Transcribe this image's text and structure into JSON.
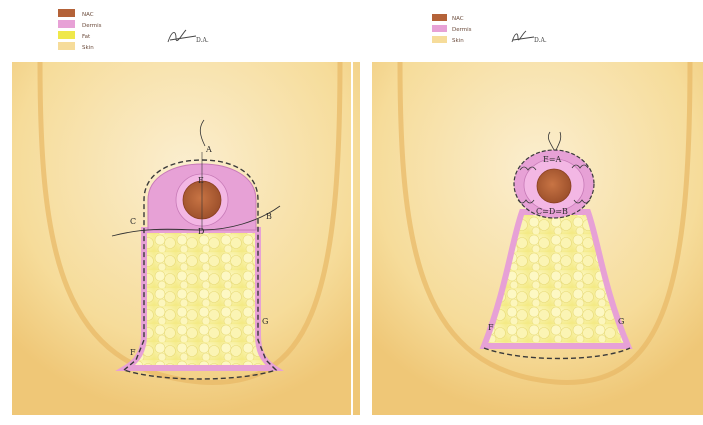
{
  "colors": {
    "nac": "#b46238",
    "dermis": "#e7a1d6",
    "fat": "#efe84a",
    "skin": "#f6dc9a",
    "skin_light": "#fbeecf",
    "outline": "#3a3a3a"
  },
  "left_panel": {
    "legend": [
      {
        "label": "NAC",
        "color": "#b46238"
      },
      {
        "label": "Dermis",
        "color": "#e7a1d6"
      },
      {
        "label": "Fat",
        "color": "#efe84a"
      },
      {
        "label": "Skin",
        "color": "#f6dc9a"
      }
    ],
    "signature_initials": "D.A.",
    "point_labels": {
      "a": "A",
      "b": "B",
      "c": "C",
      "d": "D",
      "e": "E",
      "f": "F",
      "g": "G"
    }
  },
  "right_panel": {
    "legend": [
      {
        "label": "NAC",
        "color": "#b46238"
      },
      {
        "label": "Dermis",
        "color": "#e7a1d6"
      },
      {
        "label": "Skin",
        "color": "#f6dc9a"
      }
    ],
    "signature_initials": "D.A.",
    "point_labels": {
      "ea": "E=A",
      "cbd": "C=D=B",
      "f": "F",
      "g": "G"
    }
  }
}
